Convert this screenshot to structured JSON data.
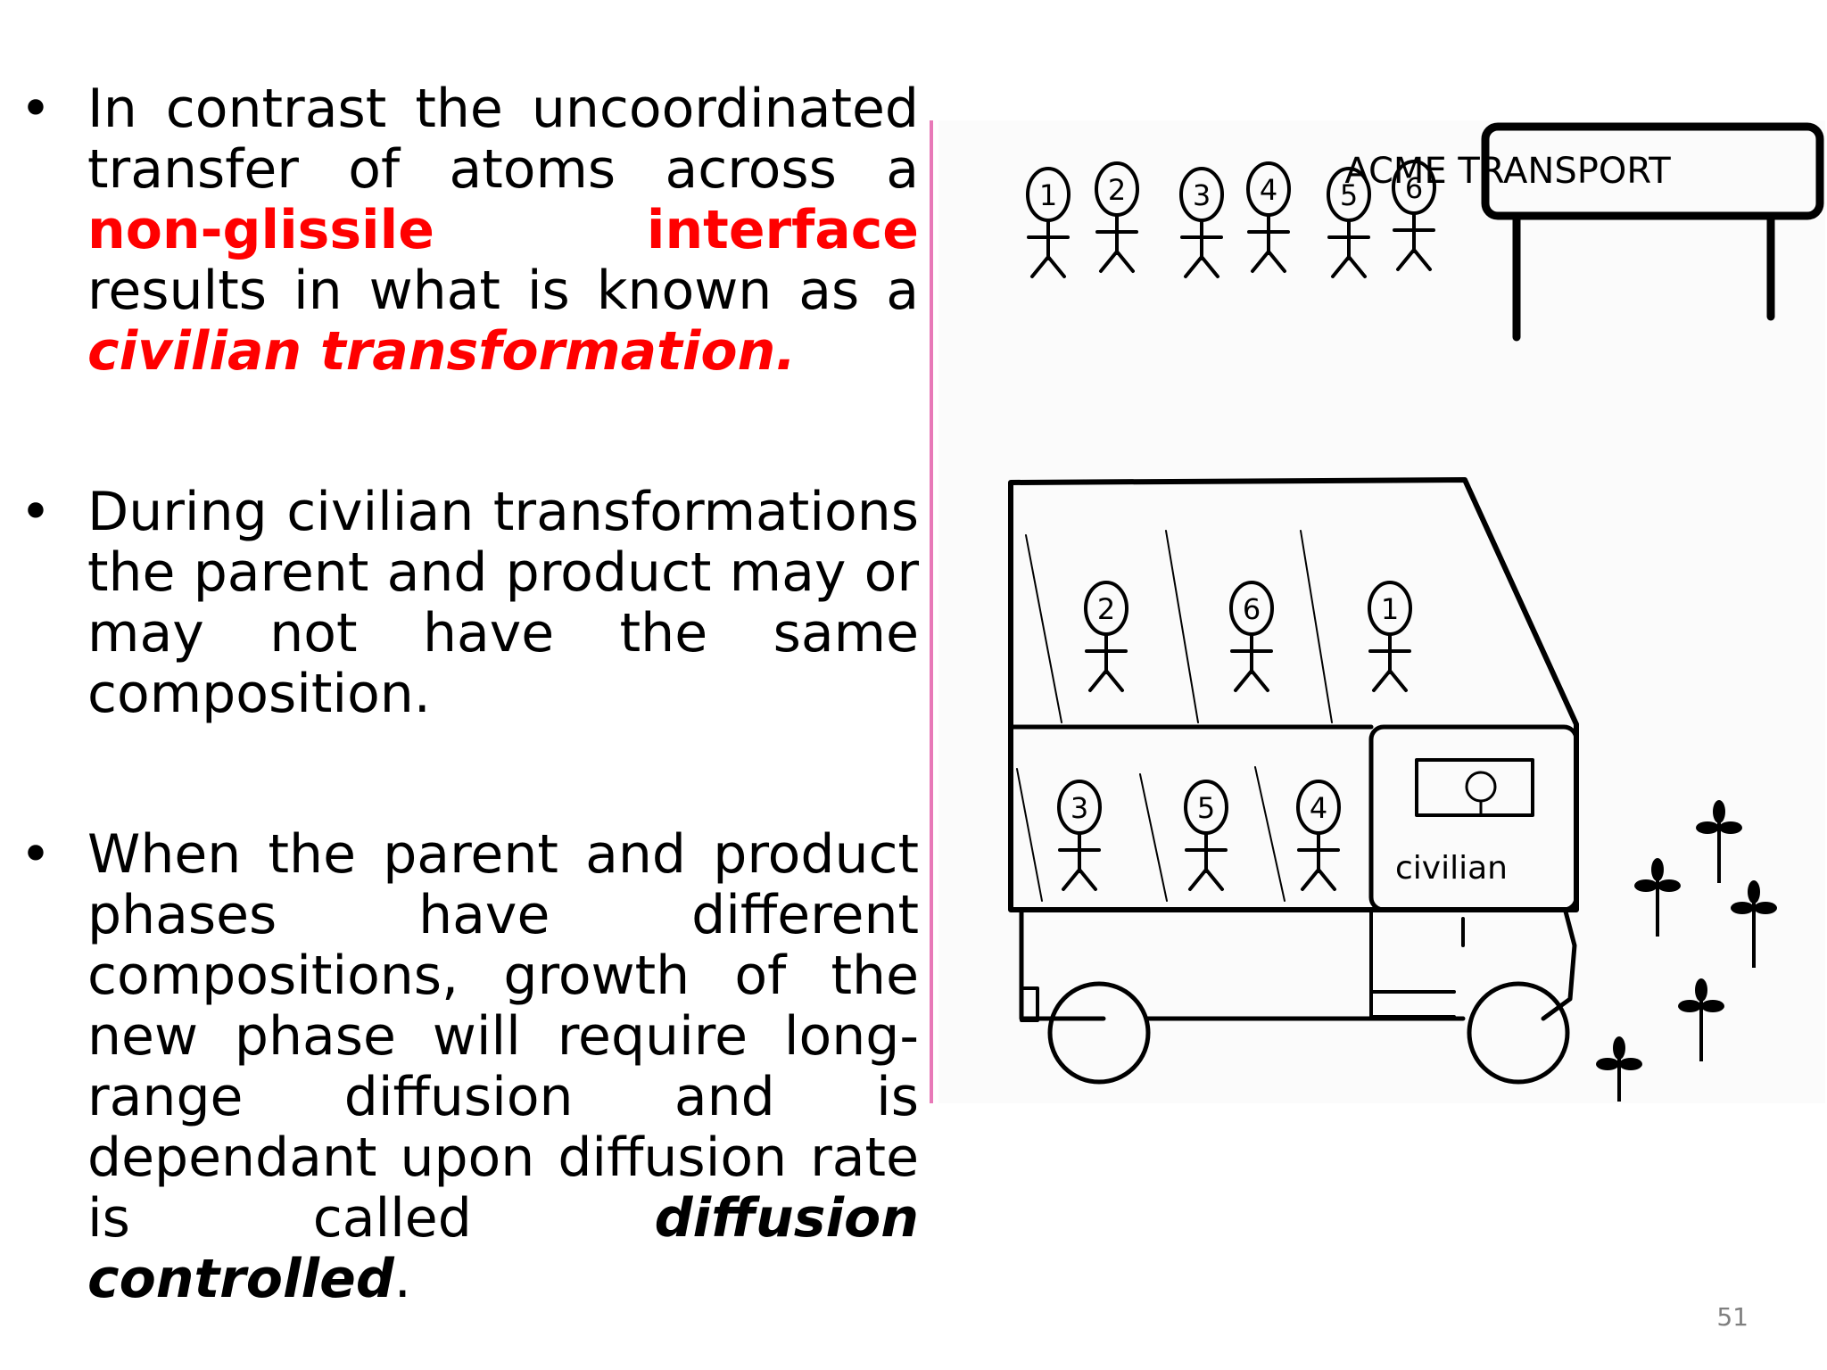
{
  "bullets": [
    {
      "dot": "•",
      "parts": {
        "t1": "In contrast the uncoordinated transfer of atoms across a ",
        "t2": "non-glissile interface",
        "t3": " results in what is known as a ",
        "t4": "civilian transformation."
      }
    },
    {
      "dot": "•",
      "parts": {
        "t1": "During civilian transformations the parent and product may or may not have the same composition."
      }
    },
    {
      "dot": "•",
      "parts": {
        "t1": "When the parent and product phases have different compositions, growth of the new phase will require long-range diffusion and is dependant upon diffusion rate is called ",
        "t2": "diffusion controlled",
        "t3": "."
      }
    }
  ],
  "illustration": {
    "sign_text": "ACME TRANSPORT",
    "waiting_people": [
      "1",
      "2",
      "3",
      "4",
      "5",
      "6"
    ],
    "bus_upper_people": [
      "2",
      "6",
      "1"
    ],
    "bus_lower_people": [
      "3",
      "5",
      "4"
    ],
    "driver_label": "civilian"
  },
  "page_number": "51",
  "colors": {
    "highlight": "#ff0000",
    "divider": "#e879b8",
    "page_number": "#7f7f7f"
  }
}
